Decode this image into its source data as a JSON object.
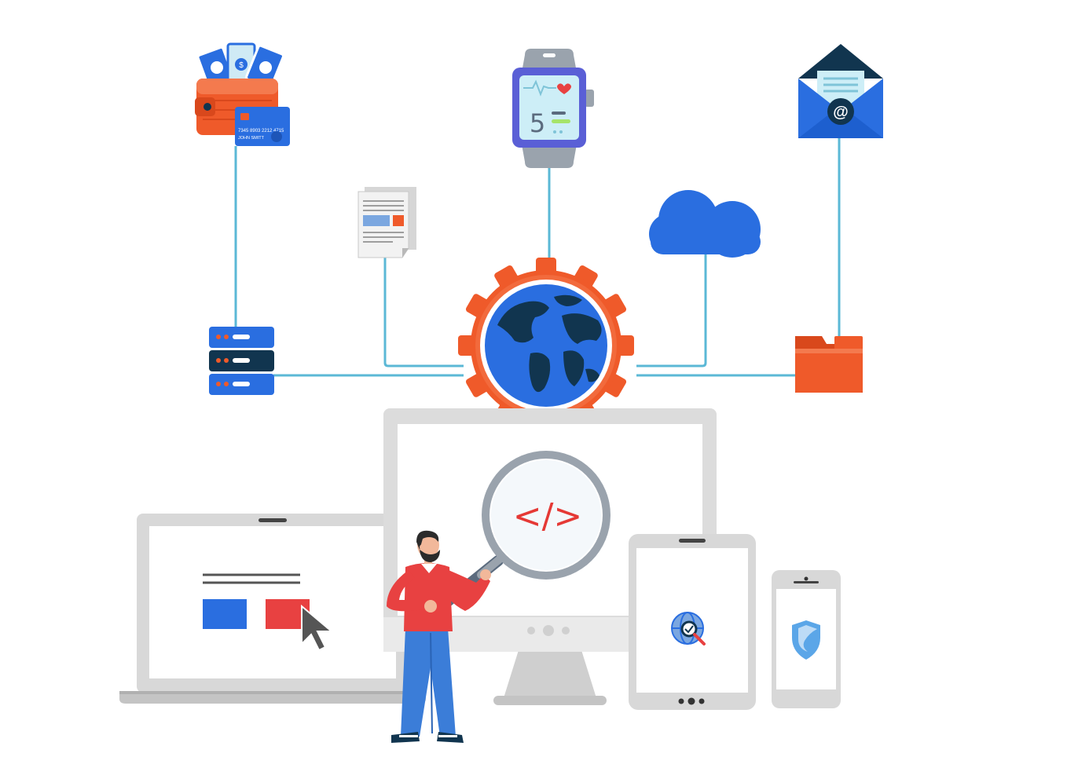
{
  "wallet": {
    "card_number": "7345 8903 2212 4715",
    "card_holder": "JOHN SMITT"
  },
  "smartwatch": {
    "display_value": "5"
  },
  "email": {
    "symbol": "@"
  },
  "monitor": {
    "code_symbol": "</>"
  },
  "colors": {
    "line": "#5bb8d6",
    "orange": "#ef5a2a",
    "blue": "#2a6ee0",
    "navy": "#11354f",
    "red": "#e84141",
    "device_frame": "#d8d8d8"
  },
  "icons": [
    "wallet-icon",
    "credit-card-icon",
    "smartwatch-icon",
    "email-envelope-icon",
    "document-icon",
    "cloud-icon",
    "server-icon",
    "folder-icon",
    "gear-globe-icon",
    "laptop-icon",
    "desktop-monitor-icon",
    "magnifier-icon",
    "tablet-icon",
    "smartphone-icon",
    "shield-icon",
    "globe-search-icon",
    "cursor-icon",
    "person-figure"
  ]
}
